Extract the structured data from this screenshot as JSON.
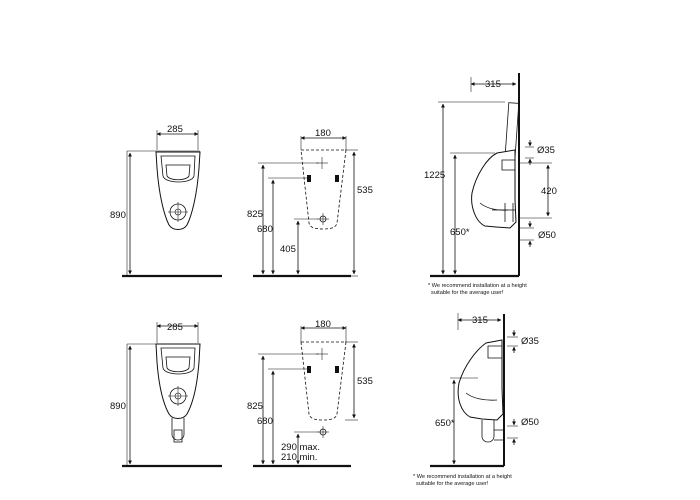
{
  "top": {
    "front_width": "285",
    "front_height": "890",
    "wall_width": "180",
    "wall_535": "535",
    "wall_825": "825",
    "wall_680": "680",
    "wall_405": "405",
    "side_depth": "315",
    "side_1225": "1225",
    "side_650": "650*",
    "side_inlet": "Ø35",
    "side_420": "420",
    "side_outlet": "Ø50",
    "note_line1": "* We recommend installation at a height",
    "note_line2": "suitable  for the average user!"
  },
  "bottom": {
    "front_width": "285",
    "front_height": "890",
    "wall_width": "180",
    "wall_535": "535",
    "wall_825": "825",
    "wall_680": "680",
    "wall_max": "290 max.",
    "wall_min": "210 min.",
    "side_depth": "315",
    "side_inlet": "Ø35",
    "side_650": "650*",
    "side_outlet": "Ø50",
    "note_line1": "* We recommend installation at a height",
    "note_line2": "suitable  for the average user!"
  }
}
